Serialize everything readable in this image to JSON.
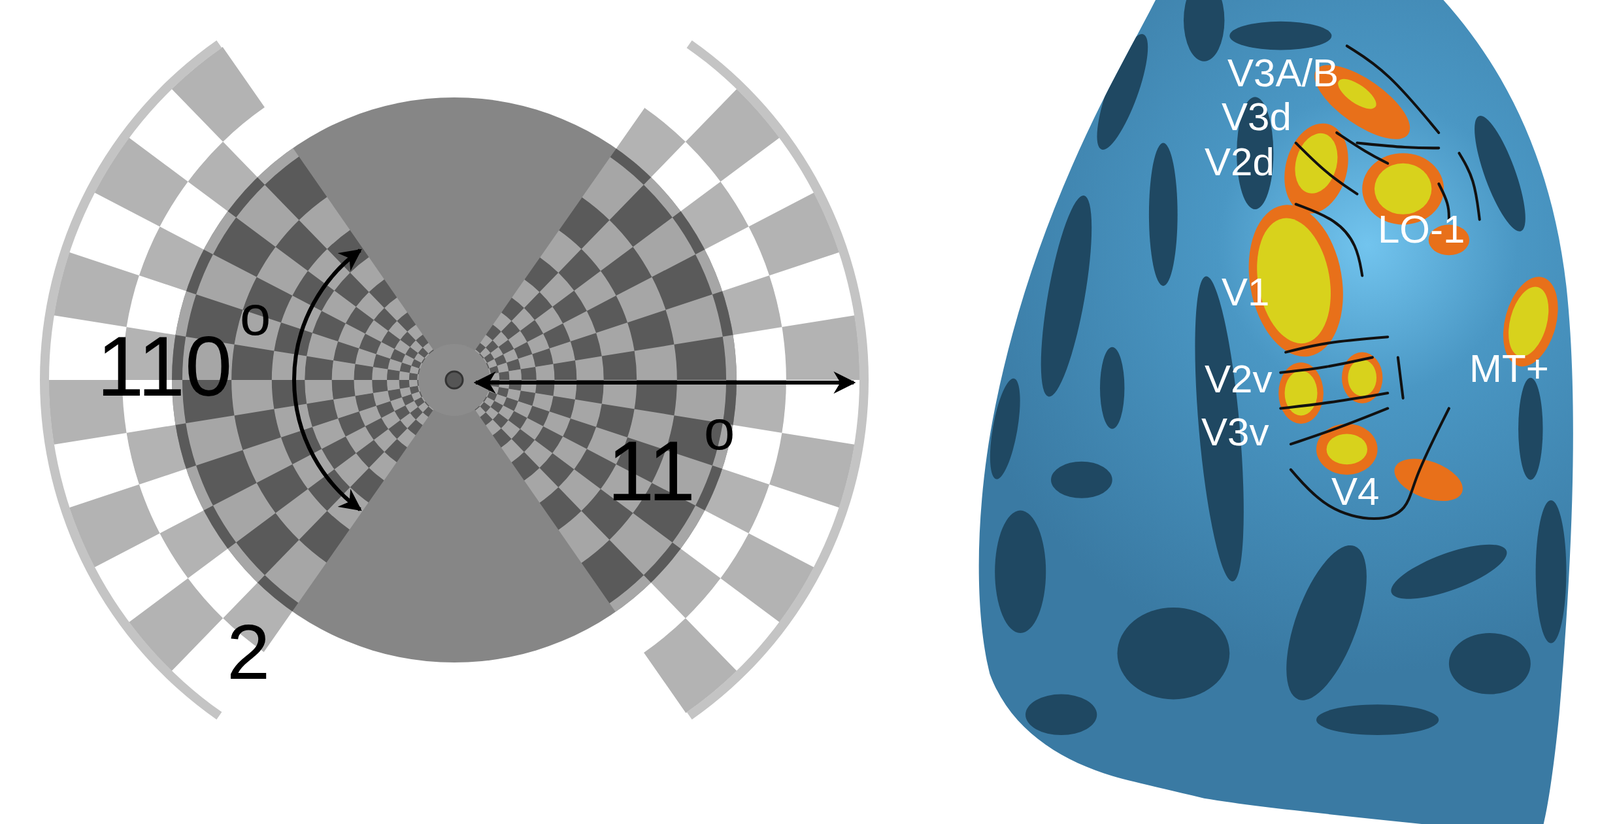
{
  "diagram": {
    "labels": [
      "110",
      "o",
      "11",
      "o",
      "2",
      "V3A/B",
      "V3d",
      "V2d",
      "LO-1",
      "V1",
      "MT+",
      "V2v",
      "V3v",
      "V4"
    ]
  }
}
